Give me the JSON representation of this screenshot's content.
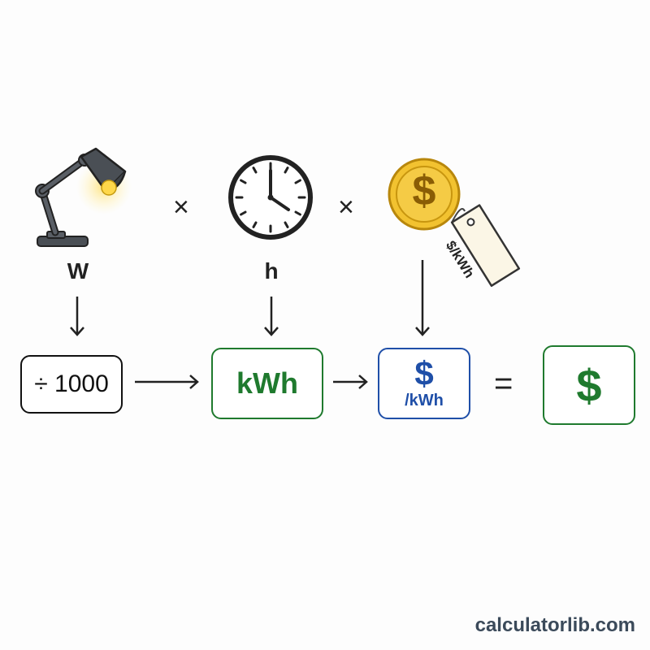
{
  "inputs": {
    "power_unit": "W",
    "time_unit": "h",
    "price_tag_text": "$/kWh",
    "coin_symbol": "$"
  },
  "operators": {
    "multiply_1": "×",
    "multiply_2": "×",
    "equals": "="
  },
  "boxes": {
    "divide": "÷ 1000",
    "energy": "kWh",
    "rate_symbol": "$",
    "rate_unit": "/kWh",
    "cost": "$"
  },
  "watermark": "calculatorlib.com",
  "colors": {
    "green": "#1f7a2e",
    "blue": "#1f4fa8",
    "coin_gold": "#f2c230",
    "lamp_gray": "#4a4f55"
  }
}
